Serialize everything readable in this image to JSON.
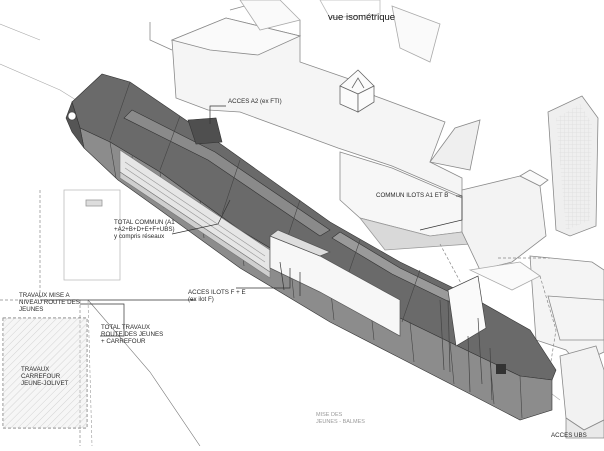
{
  "view": {
    "title": "vue isométrique"
  },
  "labels": {
    "acces_a2": "ACCES A2 (ex FTI)",
    "commun_ilots": "COMMUN ILOTS A1 ET B",
    "total_commun": "TOTAL COMMUN (A1\n+A2+B+D+E+F+UBS)\ny compris réseaux",
    "acces_ilots_fe": "ACCES ILOTS F + E\n(ex ilot F)",
    "travaux_mise_niveau": "TRAVAUX MISE A\nNIVEAU ROUTE DES\nJEUNES",
    "total_travaux": "TOTAL TRAVAUX\nROUTE DES JEUNES\n+ CARREFOUR",
    "travaux_carrefour": "TRAVAUX\nCARREFOUR\nJEUNE-JOLIVET",
    "acces_ubs": "ACCES UBS",
    "faint_bottom": "MISE DES\nJEUNES - BALMES"
  },
  "colors": {
    "road_dark": "#5f5f5f",
    "road_mid": "#7a7a7a",
    "road_light": "#a9a9a9",
    "building_fill": "#f4f4f4",
    "building_stroke": "#8a8a8a",
    "hatch": "#b0b0b0",
    "leader": "#333333"
  }
}
